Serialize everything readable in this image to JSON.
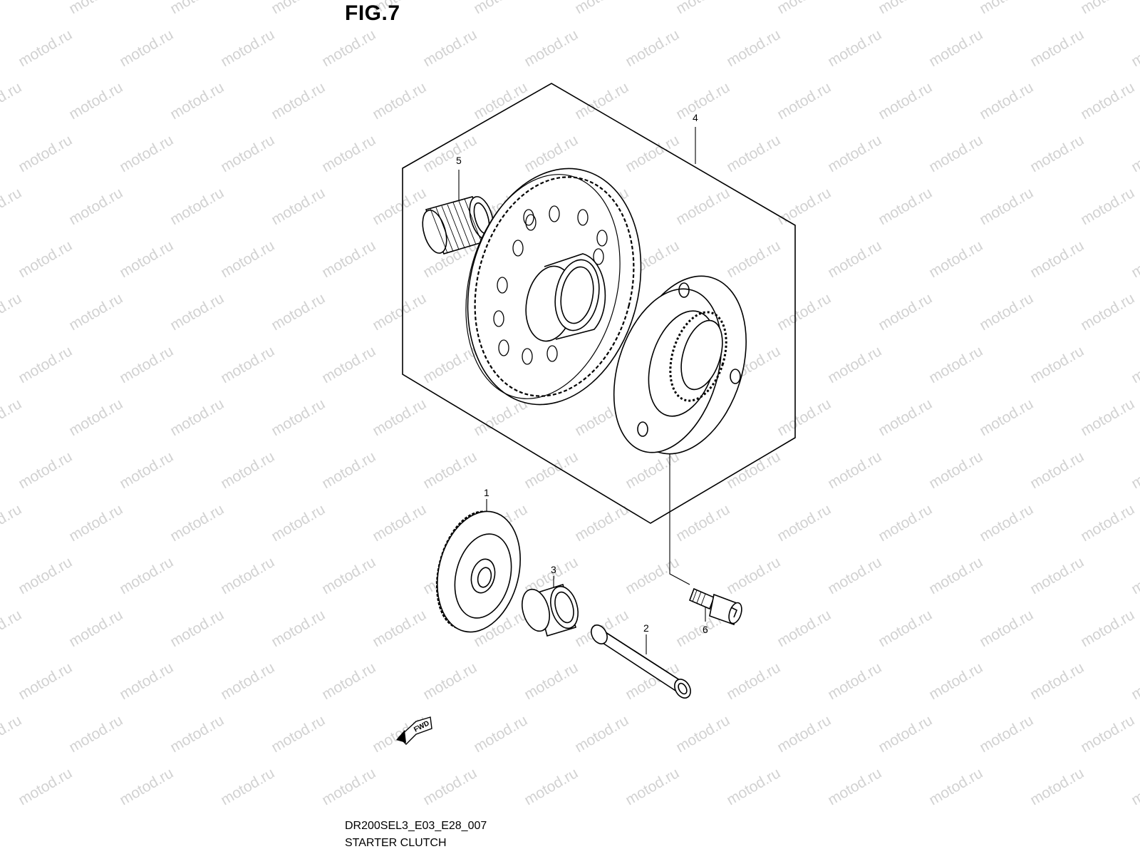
{
  "figure": {
    "title": "FIG.7",
    "drawing_code": "DR200SEL3_E03_E28_007",
    "drawing_name": "STARTER CLUTCH"
  },
  "watermark": {
    "text": "motod.ru",
    "color": "#d2d2d2"
  },
  "direction_arrow": {
    "label": "FWD"
  },
  "callouts": [
    {
      "ref": "1",
      "part": "gear"
    },
    {
      "ref": "2",
      "part": "shaft"
    },
    {
      "ref": "3",
      "part": "bushing"
    },
    {
      "ref": "4",
      "part": "starter-clutch-assembly"
    },
    {
      "ref": "5",
      "part": "needle-bearing"
    },
    {
      "ref": "6",
      "part": "bolt"
    }
  ]
}
